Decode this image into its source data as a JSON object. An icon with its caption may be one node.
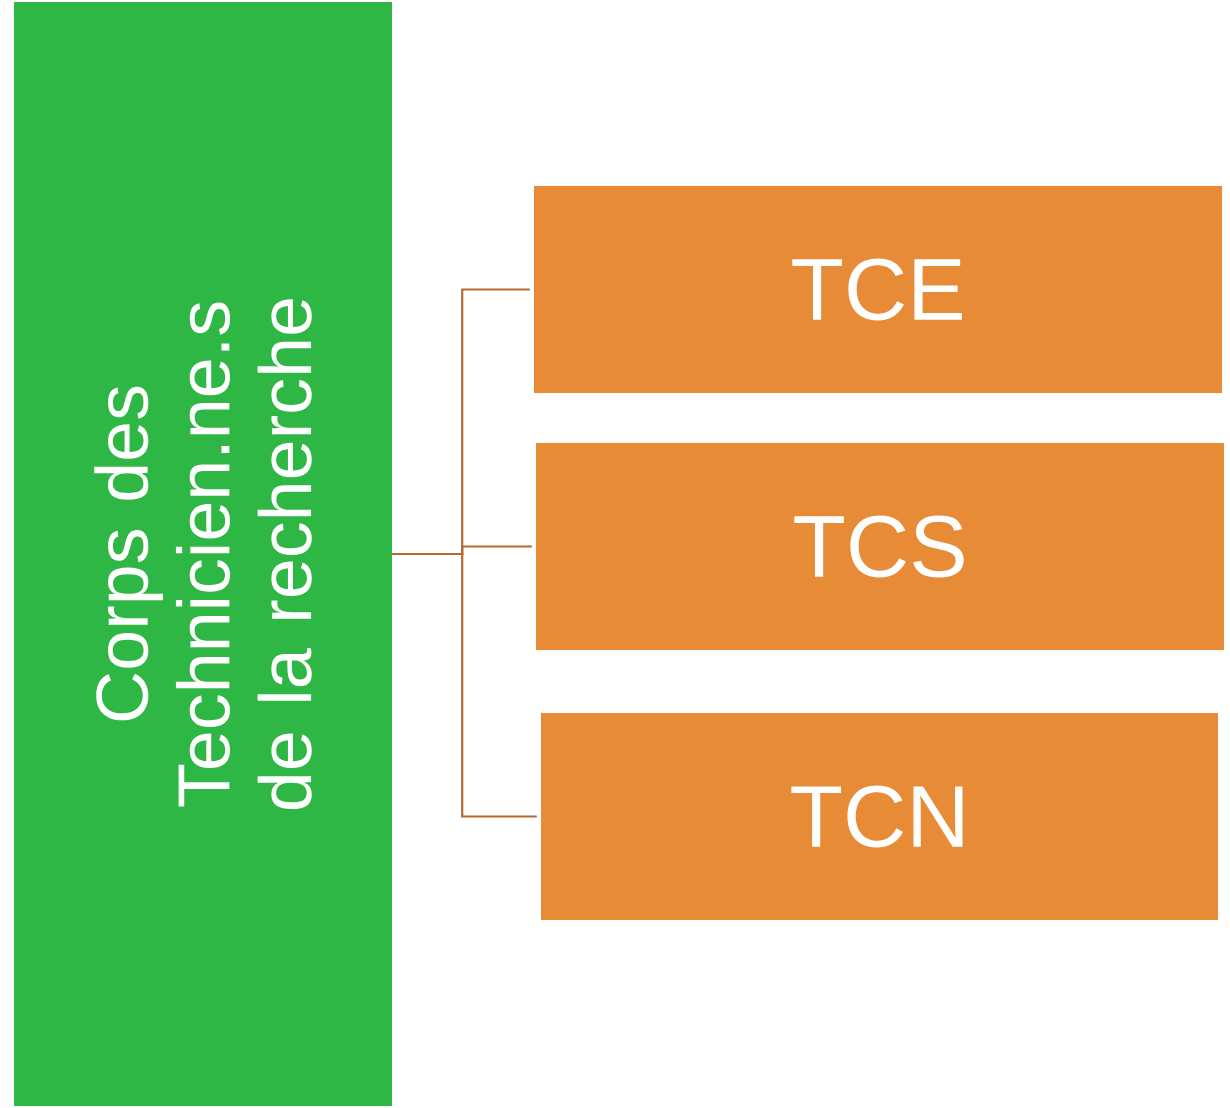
{
  "diagram": {
    "nodes": [
      {
        "text": [
          "Corps des Technicien.ne.s de la recherche"
        ]
      },
      {
        "text": [
          "TCE"
        ]
      },
      {
        "text": [
          "TCS"
        ]
      },
      {
        "text": [
          "TCN"
        ]
      }
    ],
    "edges": [
      {
        "from": 0,
        "to": 1,
        "arrow": "none"
      },
      {
        "from": 0,
        "to": 2,
        "arrow": "none"
      },
      {
        "from": 0,
        "to": 3,
        "arrow": "none"
      }
    ]
  }
}
